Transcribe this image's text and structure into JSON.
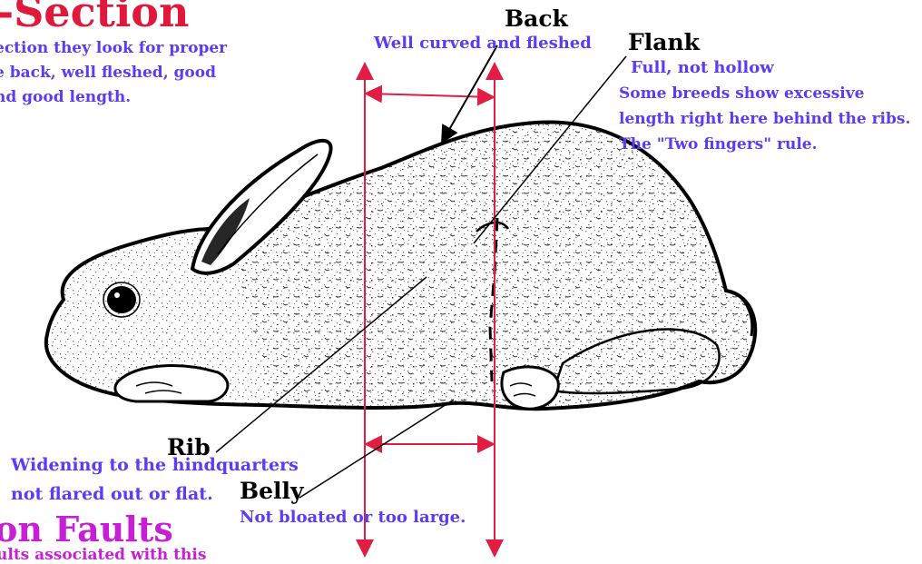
{
  "title_top": "-Section",
  "intro_lines": [
    "ection they look for proper",
    "e back, well fleshed, good",
    "nd good length."
  ],
  "title_bottom": "on Faults",
  "bottom_cut_text": "ults associated with this",
  "labels": {
    "back": {
      "term": "Back",
      "note": "Well curved and fleshed"
    },
    "flank": {
      "term": "Flank",
      "note_lines": [
        "Full, not hollow",
        "Some breeds show excessive",
        "length right here behind the ribs.",
        "The \"Two fingers\" rule."
      ]
    },
    "rib": {
      "term": "Rib",
      "note_lines": [
        "Widening to the hindquarters",
        "not flared out or flat."
      ]
    },
    "belly": {
      "term": "Belly",
      "note": "Not bloated or too large."
    }
  },
  "colors": {
    "measure_lines": "#e21d43",
    "title_red": "#e0193c",
    "title_magenta": "#c61fd6",
    "note_text": "#5d3bf0",
    "term_text": "#000000"
  }
}
